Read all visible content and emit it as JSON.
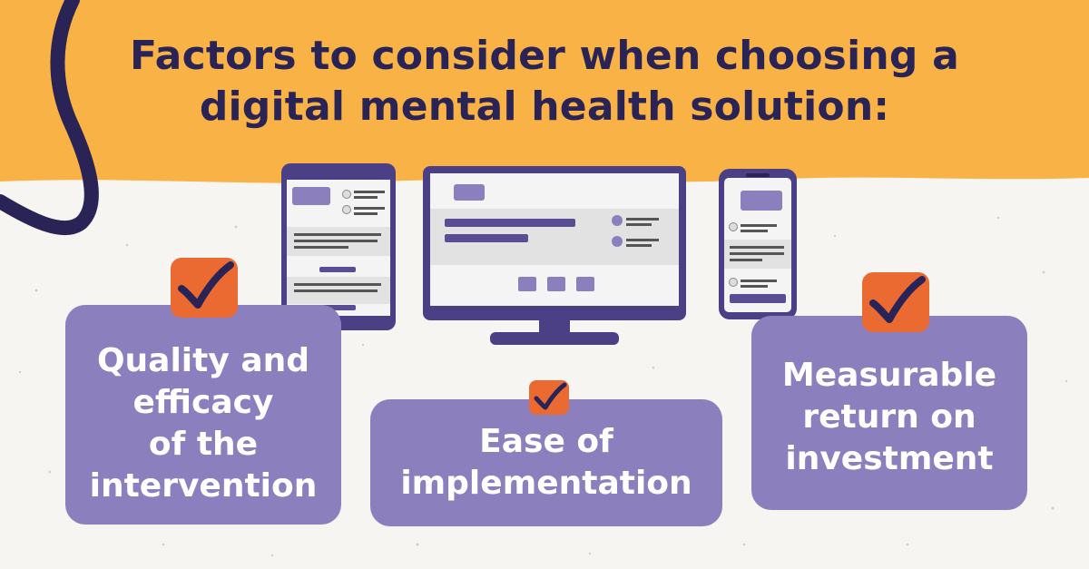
{
  "title": {
    "line1": "Factors to consider when choosing a",
    "line2": "digital mental health solution:"
  },
  "colors": {
    "banner": "#f9b245",
    "navy": "#2a2356",
    "card": "#8c7fbd",
    "check_badge": "#ea6a31",
    "device_frame": "#5b4d94",
    "paper": "#f6f5f2"
  },
  "factors": [
    {
      "lines": [
        "Quality and",
        "efficacy",
        "of the",
        "intervention"
      ]
    },
    {
      "lines": [
        "Ease of",
        "implementation"
      ]
    },
    {
      "lines": [
        "Measurable",
        "return on",
        "investment"
      ]
    }
  ],
  "icons": [
    "checkmark-icon",
    "tablet-illustration",
    "monitor-illustration",
    "phone-illustration"
  ]
}
